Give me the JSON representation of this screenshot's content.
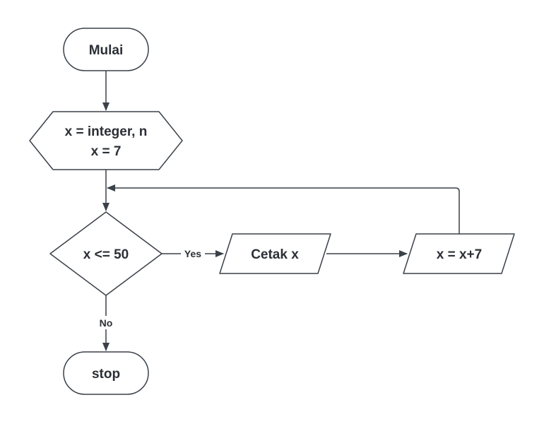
{
  "diagram": {
    "nodes": {
      "start": {
        "shape": "terminal",
        "label": "Mulai"
      },
      "init": {
        "shape": "preparation",
        "line1": "x = integer, n",
        "line2": "x = 7"
      },
      "decision": {
        "shape": "decision",
        "label": "x <= 50"
      },
      "print": {
        "shape": "io",
        "label": "Cetak x"
      },
      "increment": {
        "shape": "io",
        "label": "x = x+7"
      },
      "stop": {
        "shape": "terminal",
        "label": "stop"
      }
    },
    "edges": {
      "yes_label": "Yes",
      "no_label": "No"
    },
    "colors": {
      "stroke": "#3a4149",
      "text": "#2b2f36",
      "background": "#ffffff"
    }
  }
}
